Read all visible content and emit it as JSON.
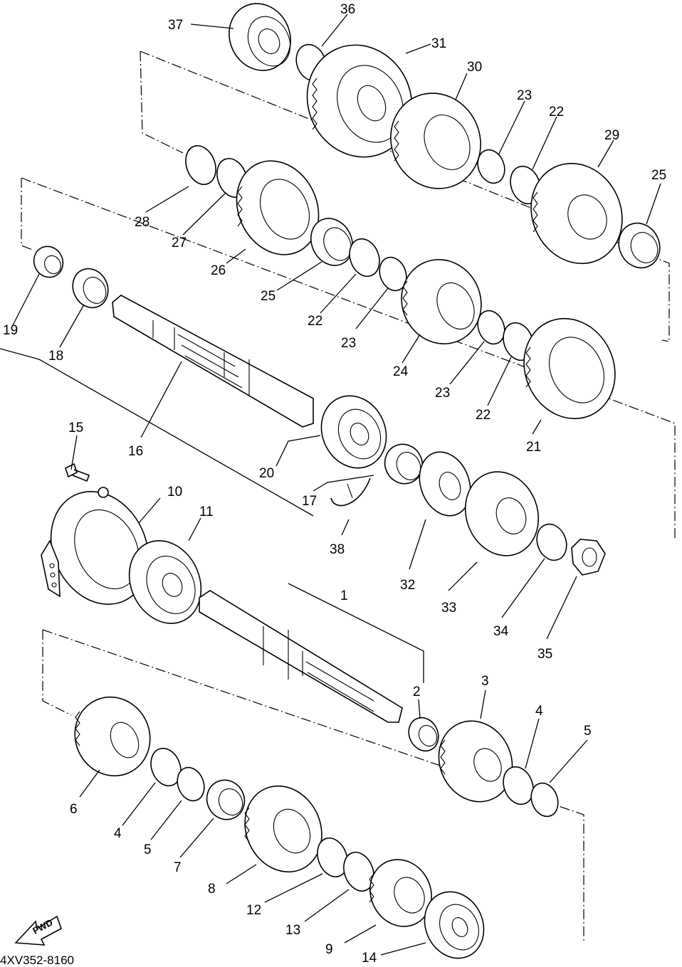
{
  "diagram": {
    "drawing_code": "4XV352-8160",
    "fwd_label": "FWD",
    "callouts": [
      "1",
      "2",
      "3",
      "4",
      "5",
      "6",
      "4",
      "5",
      "7",
      "8",
      "12",
      "13",
      "9",
      "14",
      "10",
      "11",
      "15",
      "16",
      "17",
      "18",
      "19",
      "20",
      "21",
      "22",
      "23",
      "24",
      "25",
      "22",
      "23",
      "26",
      "27",
      "28",
      "29",
      "22",
      "23",
      "30",
      "31",
      "36",
      "37",
      "25",
      "32",
      "33",
      "34",
      "35",
      "38"
    ]
  }
}
